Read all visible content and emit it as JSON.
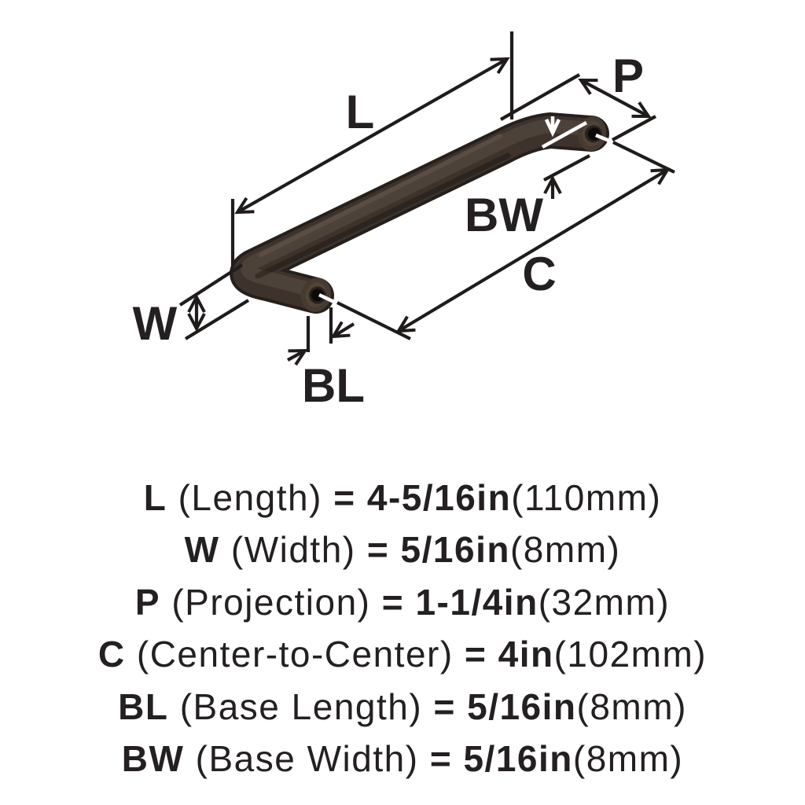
{
  "diagram": {
    "labels": {
      "l": "L",
      "p": "P",
      "w": "W",
      "c": "C",
      "bl": "BL",
      "bw": "BW"
    }
  },
  "specs": [
    {
      "code": "L",
      "name": "(Length)",
      "eq": "=",
      "value": "4-5/16in",
      "metric": "(110mm)"
    },
    {
      "code": "W",
      "name": "(Width)",
      "eq": "=",
      "value": "5/16in",
      "metric": "(8mm)"
    },
    {
      "code": "P",
      "name": "(Projection)",
      "eq": "=",
      "value": "1-1/4in",
      "metric": "(32mm)"
    },
    {
      "code": "C",
      "name": "(Center-to-Center)",
      "eq": "=",
      "value": "4in",
      "metric": "(102mm)"
    },
    {
      "code": "BL",
      "name": "(Base Length)",
      "eq": "=",
      "value": "5/16in",
      "metric": "(8mm)"
    },
    {
      "code": "BW",
      "name": "(Base Width)",
      "eq": "=",
      "value": "5/16in",
      "metric": "(8mm)"
    }
  ],
  "colors": {
    "background": "#ffffff",
    "annotation_line": "#1f1c1b",
    "annotation_highlight": "#ffffff",
    "text_ink": "#242021",
    "handle_outline": "#25201c",
    "handle_body": "#3d332c",
    "handle_highlight": "#4f443b",
    "handle_hole": "#0d0b0a"
  }
}
